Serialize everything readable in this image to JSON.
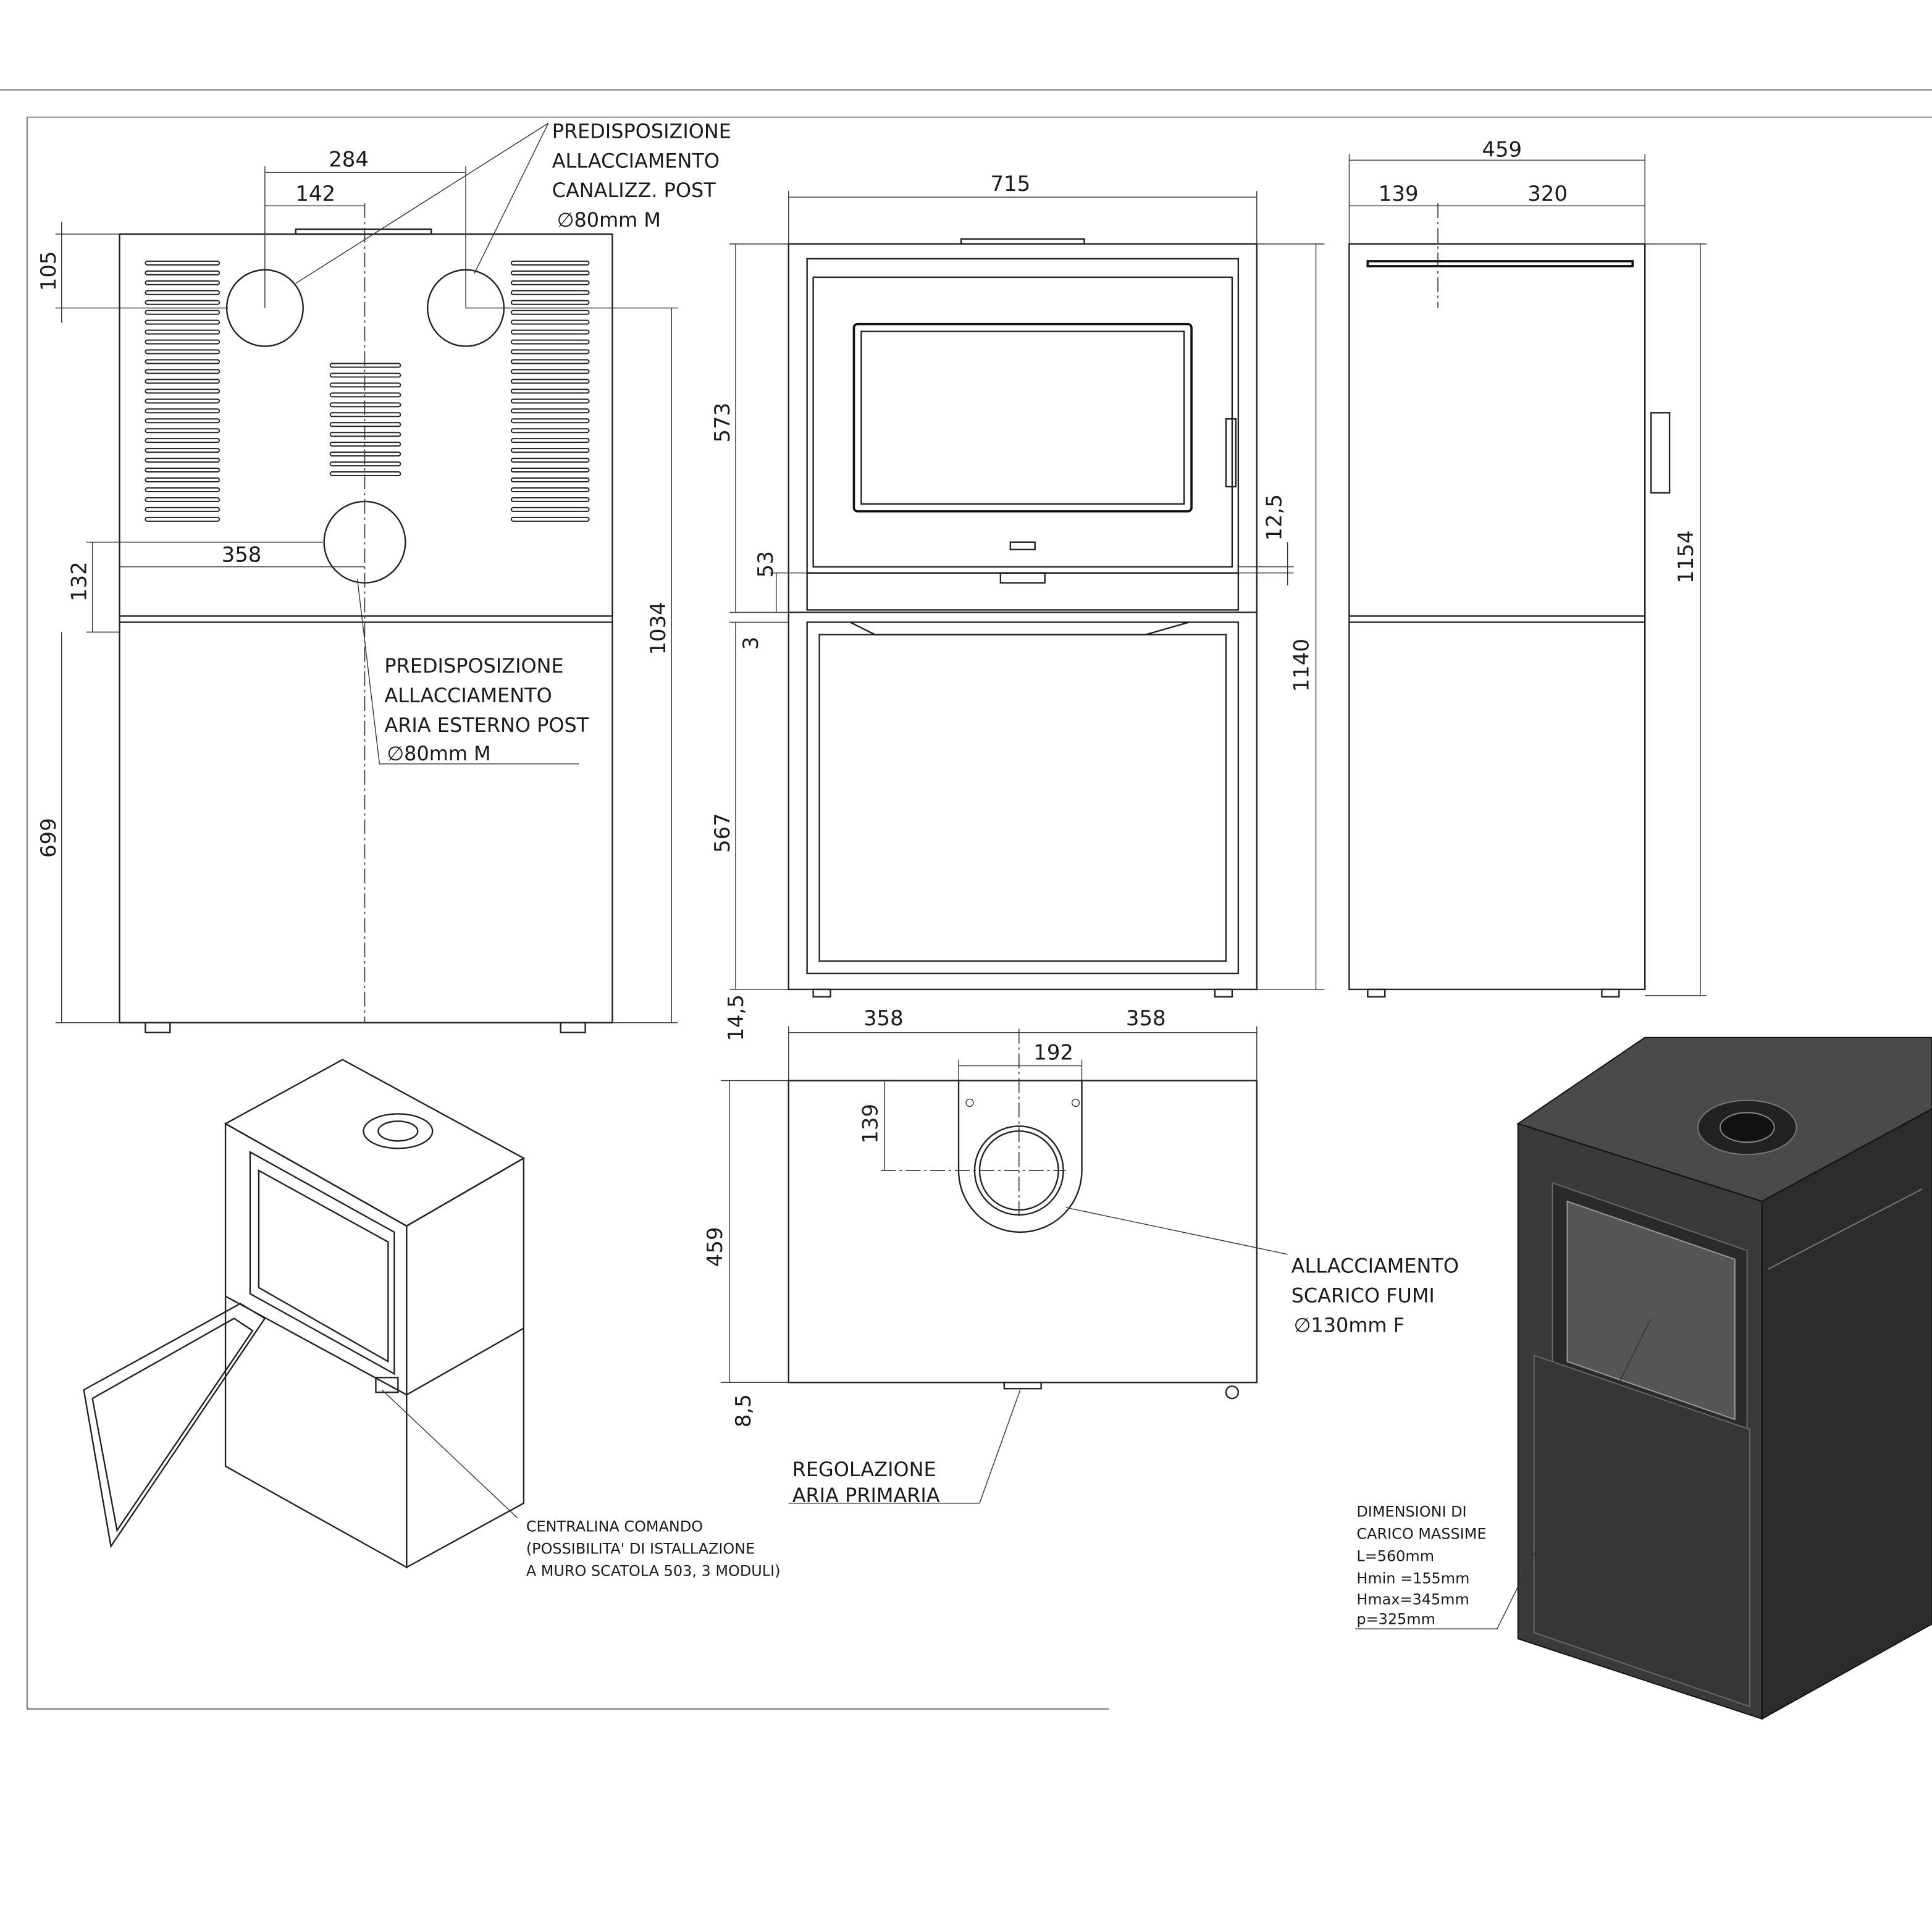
{
  "rear_view": {
    "dims": {
      "d284": "284",
      "d142": "142",
      "d105": "105",
      "d132": "132",
      "d358": "358",
      "d699": "699",
      "d1034": "1034"
    },
    "note_top": [
      "PREDISPOSIZIONE",
      "ALLACCIAMENTO",
      "CANALIZZ. POST",
      "∅80mm M"
    ],
    "note_bottom": [
      "PREDISPOSIZIONE",
      "ALLACCIAMENTO",
      "ARIA ESTERNO POST",
      "∅80mm M"
    ]
  },
  "front_view": {
    "dims": {
      "d715": "715",
      "d573": "573",
      "d53": "53",
      "d3": "3",
      "d567": "567",
      "d14_5": "14,5",
      "d12_5": "12,5",
      "d1140": "1140"
    }
  },
  "side_view": {
    "dims": {
      "d459": "459",
      "d139": "139",
      "d320": "320",
      "d1154": "1154"
    }
  },
  "top_view": {
    "dims": {
      "d358a": "358",
      "d358b": "358",
      "d192": "192",
      "d139": "139",
      "d459": "459",
      "d8_5": "8,5"
    },
    "note_flue": [
      "ALLACCIAMENTO",
      "SCARICO FUMI",
      "∅130mm F"
    ],
    "note_air": [
      "REGOLAZIONE",
      "ARIA PRIMARIA"
    ]
  },
  "iso_open": {
    "note": [
      "CENTRALINA COMANDO",
      "(POSSIBILITA' DI ISTALLAZIONE",
      "A MURO SCATOLA 503, 3 MODULI)"
    ]
  },
  "iso_closed": {
    "note": [
      "DIMENSIONI DI",
      "CARICO MASSIME",
      "L=560mm",
      "Hmin =155mm",
      "Hmax=345mm",
      "p=325mm"
    ],
    "colors": {
      "body": "#3a3a3a",
      "side": "#2a2a2a",
      "top": "#4a4a4a"
    }
  }
}
